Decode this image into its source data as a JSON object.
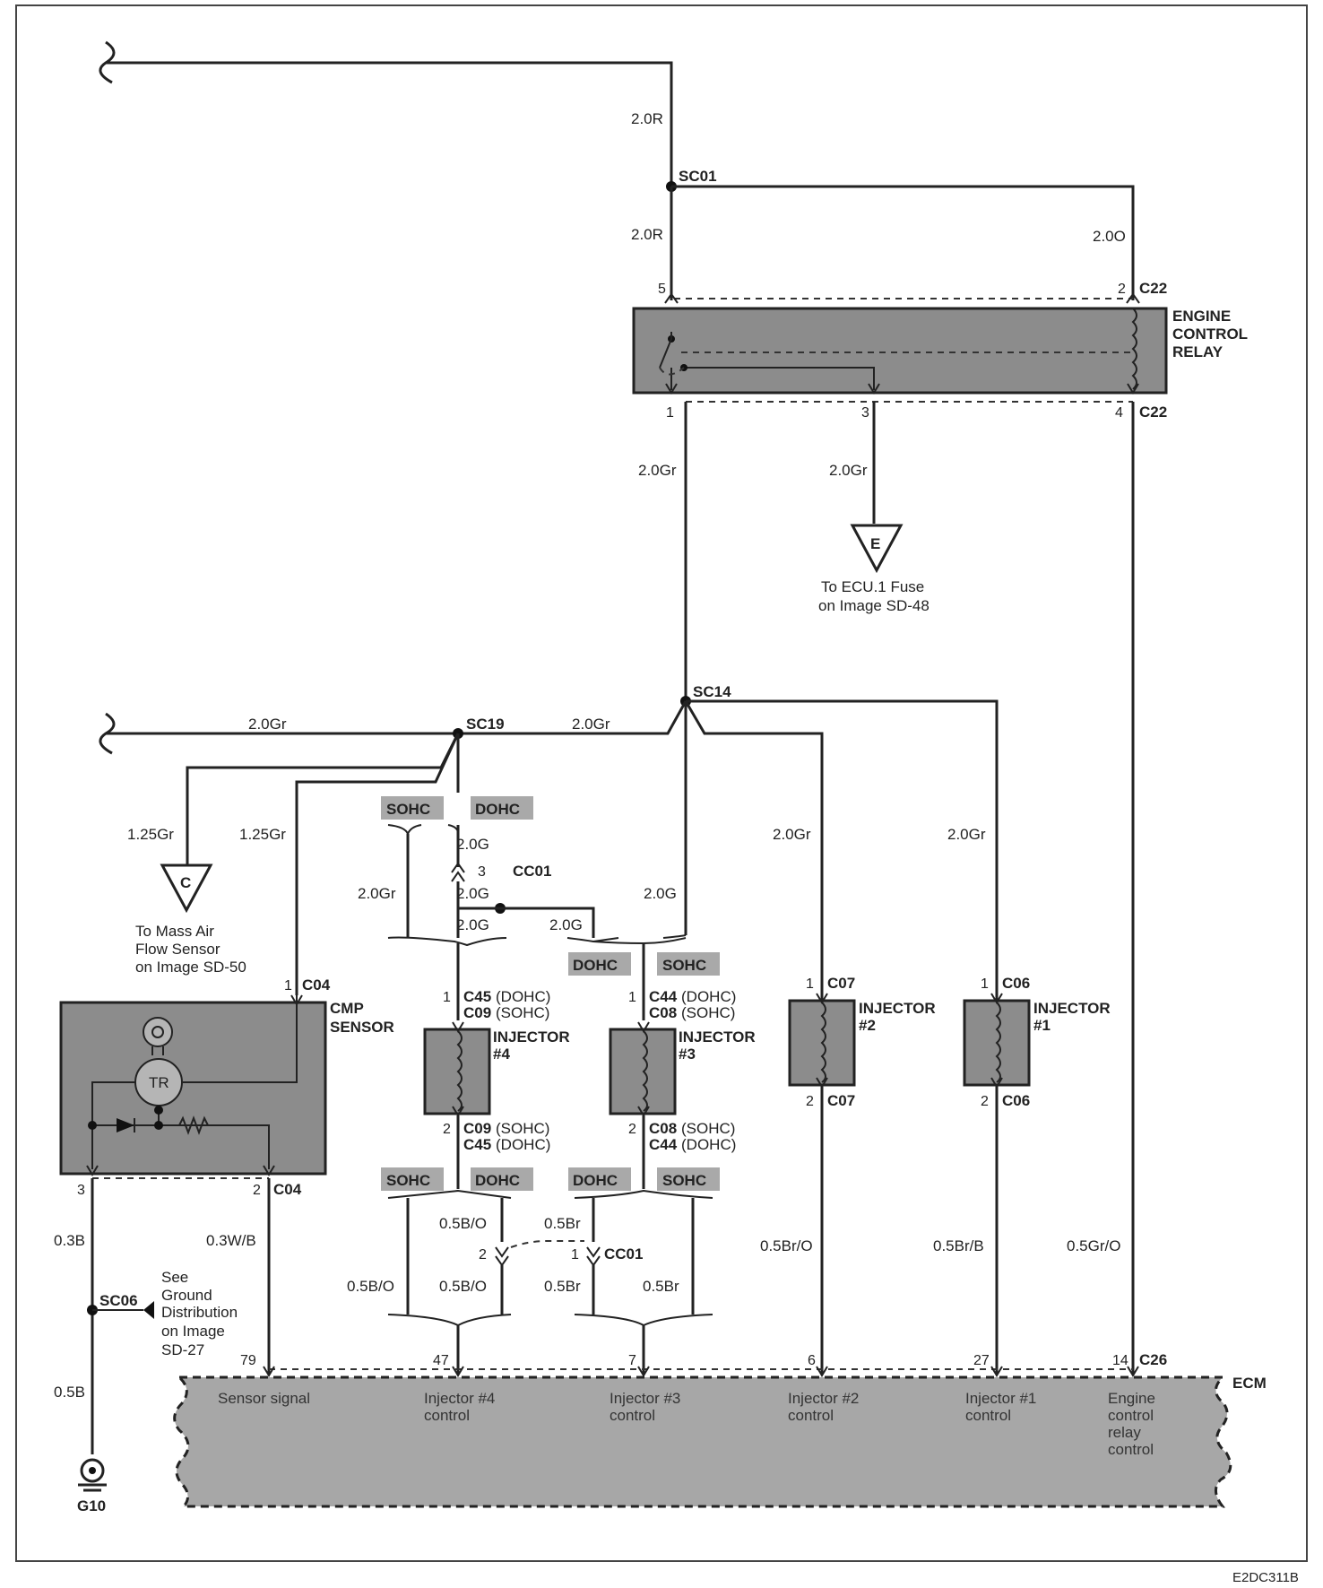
{
  "image_code": "E2DC311B",
  "splices": {
    "sc01": "SC01",
    "sc14": "SC14",
    "sc19": "SC19",
    "sc06": "SC06"
  },
  "ground": "G10",
  "wires": {
    "top_left": "2.0R",
    "sc01_to_relay": "2.0R",
    "relay_feed_right": "2.0O",
    "relay_out": "2.0Gr",
    "relay_pin3": "2.0Gr",
    "sc19_left": "2.0Gr",
    "sc19_right": "2.0Gr",
    "maf": "1.25Gr",
    "cmp": "1.25Gr",
    "inj4_sohc": "2.0Gr",
    "inj4_cc01_top": "2.0G",
    "inj4_cc01_mid": "2.0G",
    "inj4_cc01_bottom": "2.0G",
    "inj3_dohc": "2.0G",
    "inj3_sohc": "2.0G",
    "inj2": "2.0Gr",
    "inj1": "2.0Gr",
    "cmp_ground": "0.3B",
    "cmp_signal": "0.3W/B",
    "ground_lower": "0.5B",
    "inj4_cc01": "0.5B/O",
    "inj4_sohc_low": "0.5B/O",
    "inj4_dohc_low": "0.5B/O",
    "inj3_cc01": "0.5Br",
    "inj3_dohc_low": "0.5Br",
    "inj3_sohc_low": "0.5Br",
    "inj2_low": "0.5Br/O",
    "inj1_low": "0.5Br/B",
    "relay_ctrl": "0.5Gr/O"
  },
  "relay": {
    "name_line1": "ENGINE",
    "name_line2": "CONTROL",
    "name_line3": "RELAY",
    "connector_top": "C22",
    "connector_bottom": "C22",
    "pin_5": "5",
    "pin_2": "2",
    "pin_1": "1",
    "pin_3": "3",
    "pin_4": "4"
  },
  "connector_e": {
    "letter": "E",
    "note_line1": "To ECU.1 Fuse",
    "note_line2": "on Image SD-48"
  },
  "connector_c": {
    "letter": "C",
    "note_line1": "To Mass Air",
    "note_line2": "Flow Sensor",
    "note_line3": "on Image SD-50"
  },
  "cmp_sensor": {
    "name_line1": "CMP",
    "name_line2": "SENSOR",
    "tr": "TR",
    "connector_top": "C04",
    "connector_bottom": "C04",
    "pin_1": "1",
    "pin_2": "2",
    "pin_3": "3"
  },
  "ground_note": {
    "line1": "See",
    "line2": "Ground",
    "line3": "Distribution",
    "line4": "on Image",
    "line5": "SD-27"
  },
  "tags": {
    "sohc": "SOHC",
    "dohc": "DOHC"
  },
  "cc01": {
    "name_top": "CC01",
    "pin_top": "3",
    "name_bottom": "CC01",
    "pin_bottom_left": "2",
    "pin_bottom_right": "1"
  },
  "injector4": {
    "name_line1": "INJECTOR",
    "name_line2": "#4",
    "top_pin": "1",
    "top_conn_a": "C45",
    "top_conn_a_note": "(DOHC)",
    "top_conn_b": "C09",
    "top_conn_b_note": "(SOHC)",
    "bottom_pin": "2",
    "bottom_conn_a": "C09",
    "bottom_conn_a_note": "(SOHC)",
    "bottom_conn_b": "C45",
    "bottom_conn_b_note": "(DOHC)"
  },
  "injector3": {
    "name_line1": "INJECTOR",
    "name_line2": "#3",
    "top_pin": "1",
    "top_conn_a": "C44",
    "top_conn_a_note": "(DOHC)",
    "top_conn_b": "C08",
    "top_conn_b_note": "(SOHC)",
    "bottom_pin": "2",
    "bottom_conn_a": "C08",
    "bottom_conn_a_note": "(SOHC)",
    "bottom_conn_b": "C44",
    "bottom_conn_b_note": "(DOHC)"
  },
  "injector2": {
    "name_line1": "INJECTOR",
    "name_line2": "#2",
    "top_pin": "1",
    "top_conn": "C07",
    "bottom_pin": "2",
    "bottom_conn": "C07"
  },
  "injector1": {
    "name_line1": "INJECTOR",
    "name_line2": "#1",
    "top_pin": "1",
    "top_conn": "C06",
    "bottom_pin": "2",
    "bottom_conn": "C06"
  },
  "ecm": {
    "name": "ECM",
    "connector": "C26",
    "pins": {
      "sensor": "79",
      "inj4": "47",
      "inj3": "7",
      "inj2": "6",
      "inj1": "27",
      "relay": "14"
    },
    "labels": {
      "sensor_line1": "Sensor signal",
      "inj4_line1": "Injector #4",
      "inj4_line2": "control",
      "inj3_line1": "Injector #3",
      "inj3_line2": "control",
      "inj2_line1": "Injector #2",
      "inj2_line2": "control",
      "inj1_line1": "Injector #1",
      "inj1_line2": "control",
      "relay_line1": "Engine",
      "relay_line2": "control",
      "relay_line3": "relay",
      "relay_line4": "control"
    }
  }
}
